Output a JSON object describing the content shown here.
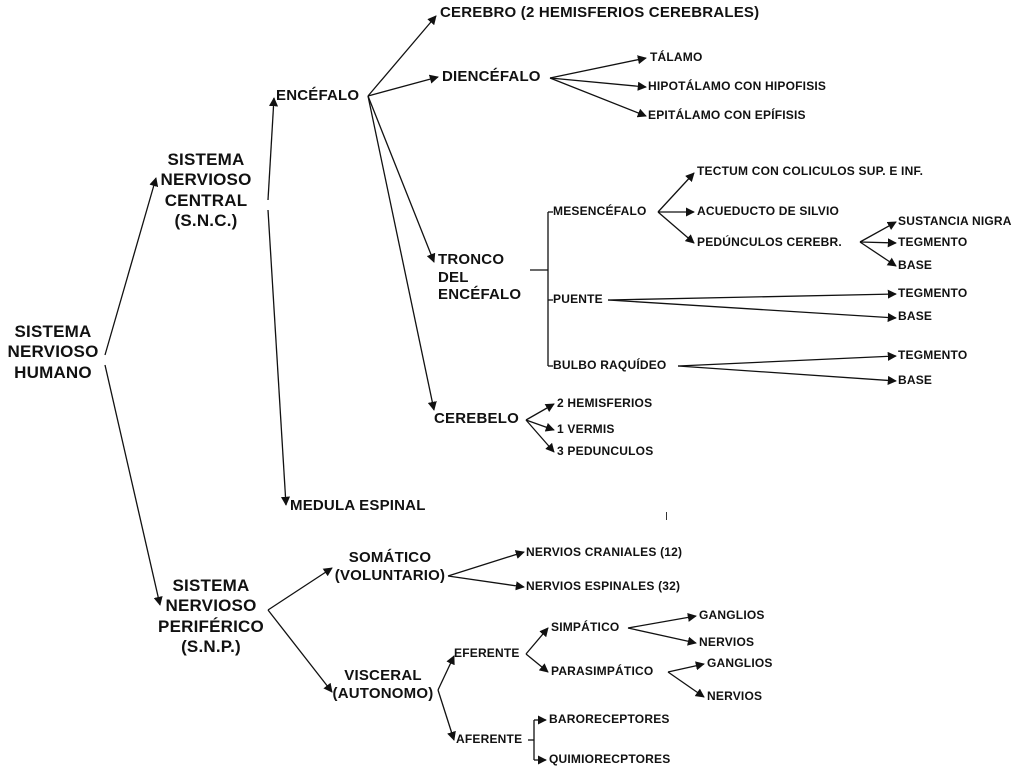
{
  "diagram": {
    "root": "SISTEMA NERVIOSO HUMANO",
    "snc": "SISTEMA NERVIOSO CENTRAL (S.N.C.)",
    "snp": "SISTEMA NERVIOSO PERIFÉRICO (S.N.P.)",
    "encefalo": "ENCÉFALO",
    "medula": "MEDULA ESPINAL",
    "cerebro": "CEREBRO  (2 HEMISFERIOS CEREBRALES)",
    "diencefalo": "DIENCÉFALO",
    "talamo": "TÁLAMO",
    "hipotalamo": "HIPOTÁLAMO CON HIPOFISIS",
    "epitalamo": "EPITÁLAMO CON EPÍFISIS",
    "tronco": "TRONCO DEL ENCÉFALO",
    "mesencefalo": "MESENCÉFALO",
    "tectum": "TECTUM  CON COLICULOS SUP. E INF.",
    "acueducto": "ACUEDUCTO DE SILVIO",
    "pedunculos_cerebr": "PEDÚNCULOS CEREBR.",
    "sustancia_nigra": "SUSTANCIA NIGRA",
    "tegmento": "TEGMENTO",
    "base": "BASE",
    "puente": "PUENTE",
    "bulbo": "BULBO RAQUÍDEO",
    "cerebelo": "CEREBELO",
    "hemisferios": "2 HEMISFERIOS",
    "vermis": "1 VERMIS",
    "pedunculos": "3 PEDUNCULOS",
    "somatico": "SOMÁTICO (VOLUNTARIO)",
    "nervios_craniales": "NERVIOS CRANIALES (12)",
    "nervios_espinales": "NERVIOS ESPINALES (32)",
    "visceral": "VISCERAL (AUTONOMO)",
    "eferente": "EFERENTE",
    "aferente": "AFERENTE",
    "simpatico": "SIMPÁTICO",
    "parasimpatico": "PARASIMPÁTICO",
    "ganglios": "GANGLIOS",
    "nervios": "NERVIOS",
    "baroreceptores": "BARORECEPTORES",
    "quimiorecptores": "QUIMIORECPTORES"
  },
  "colors": {
    "text": "#111111",
    "line": "#111111",
    "background": "#ffffff"
  }
}
